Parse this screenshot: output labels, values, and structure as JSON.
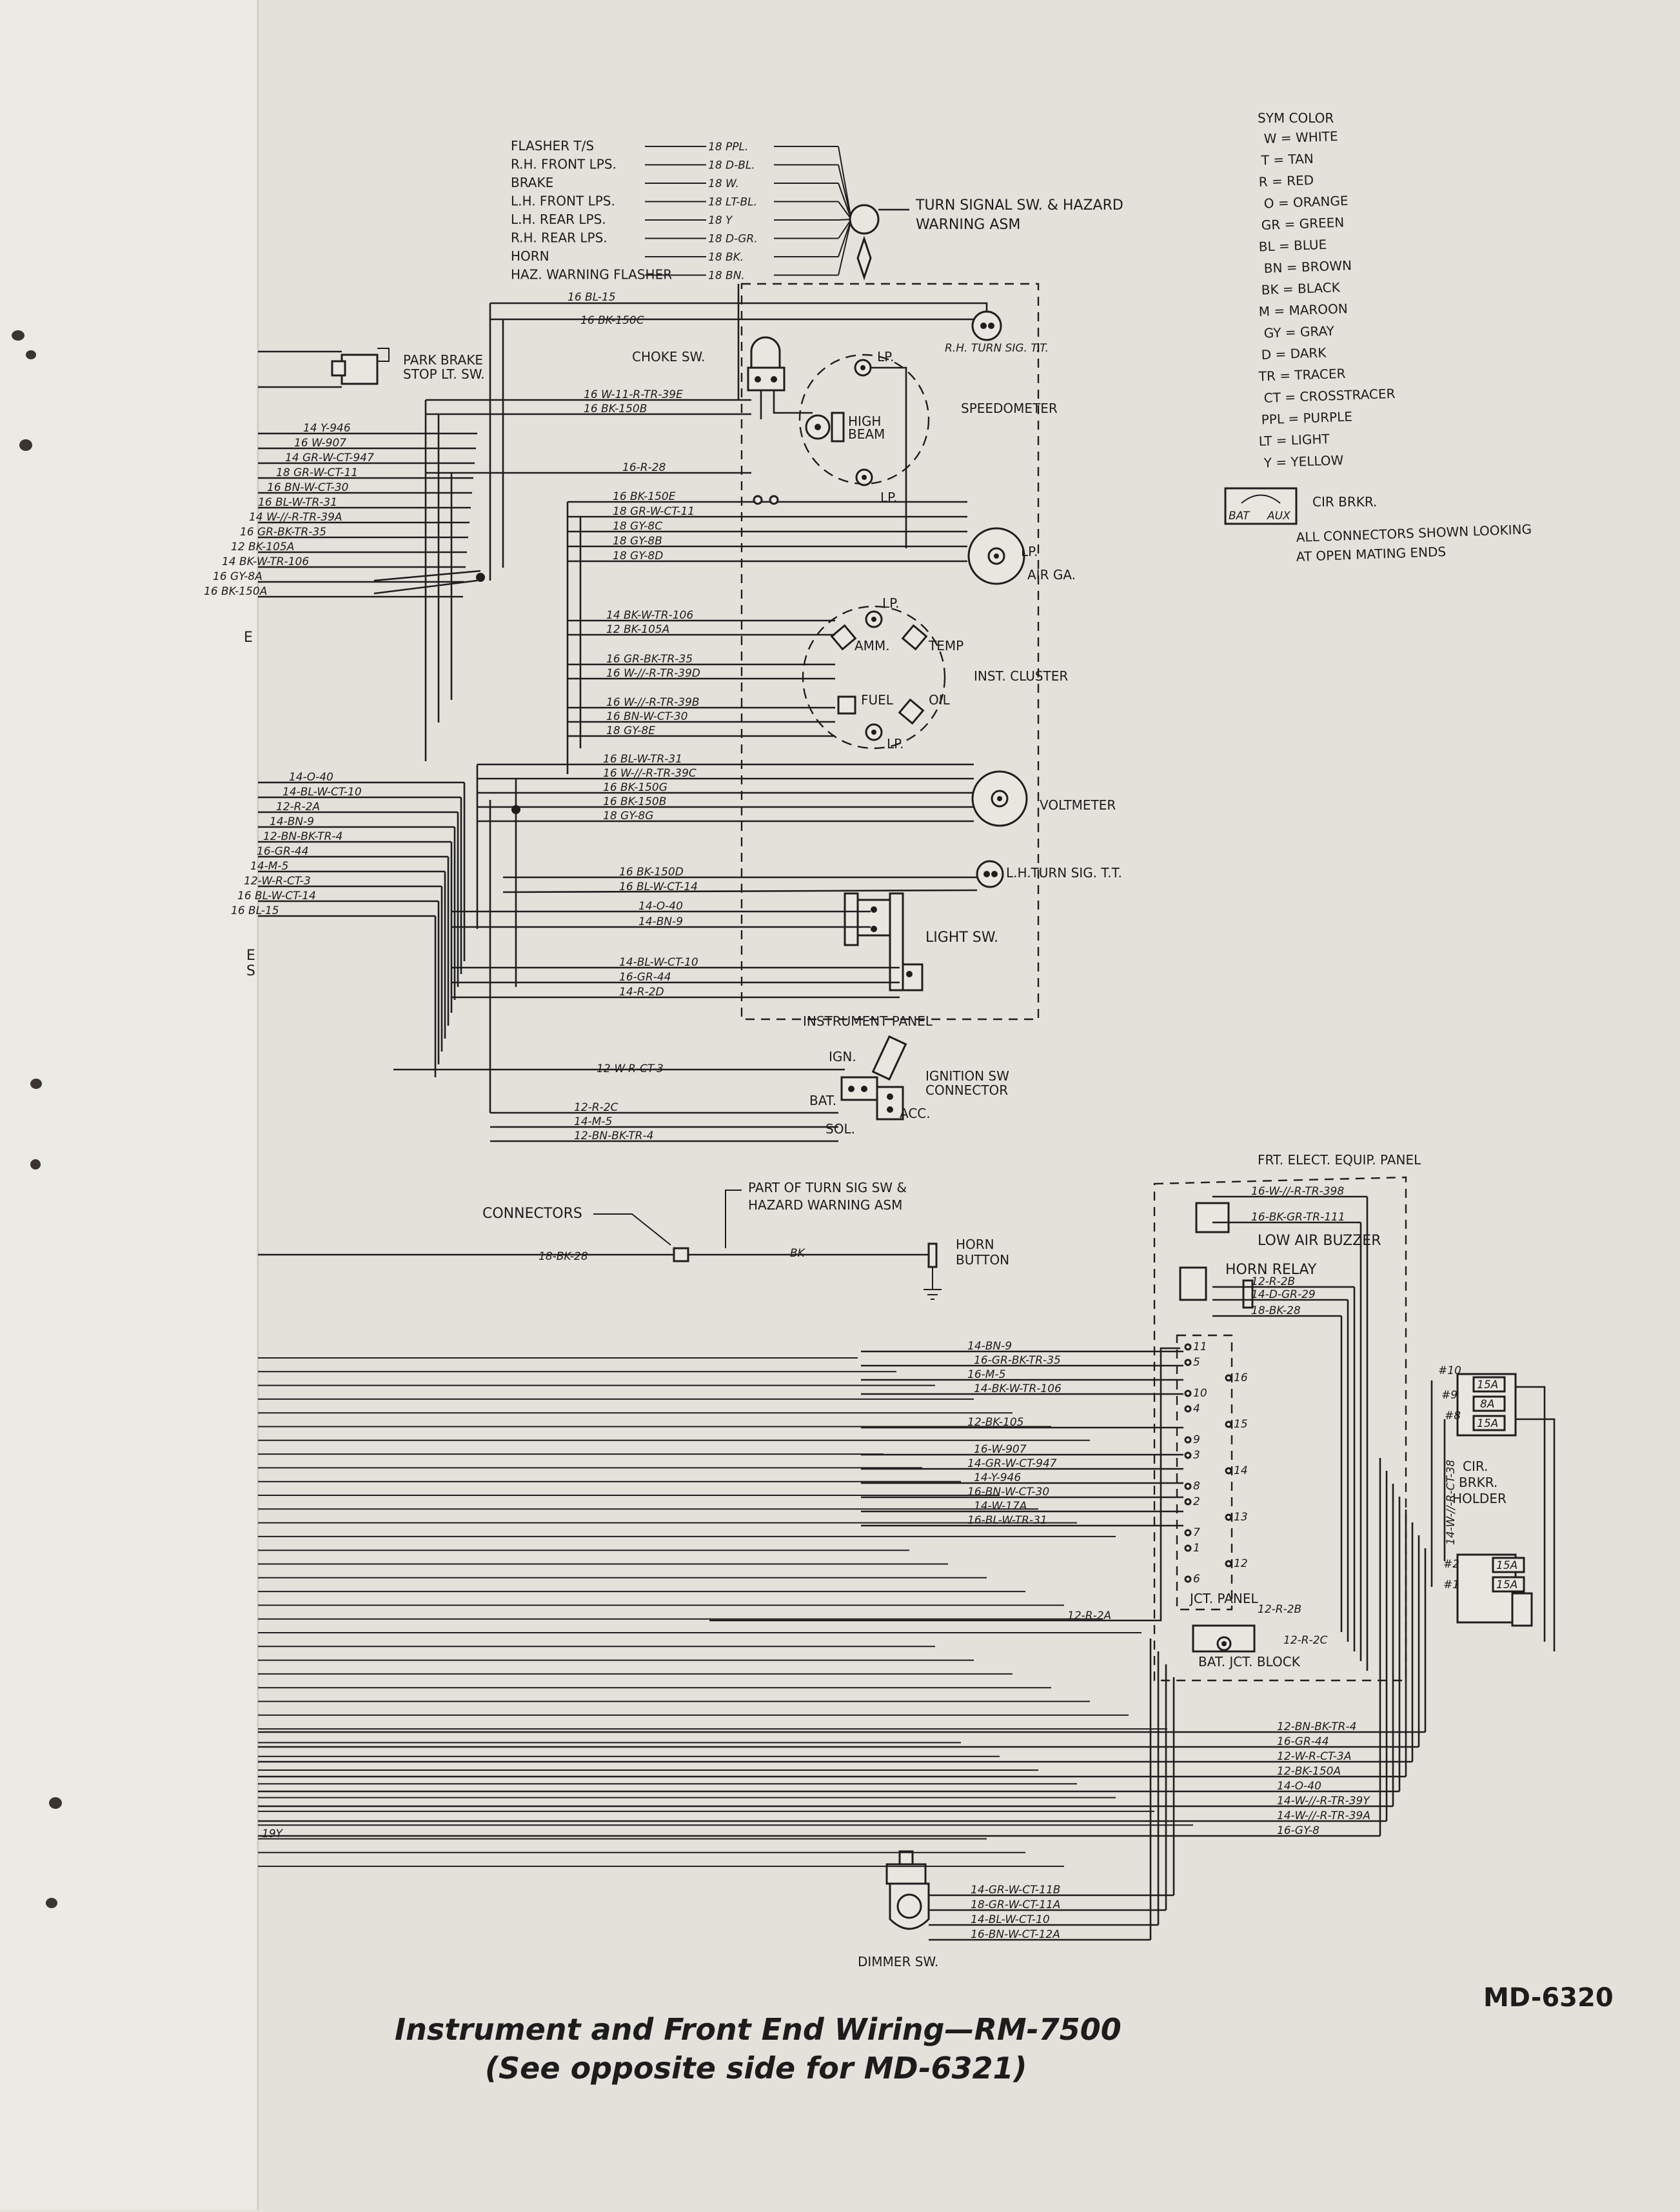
{
  "doc": {
    "caption_line1": "Instrument and Front End Wiring—RM-7500",
    "caption_line2": "(See opposite side for MD-6321)",
    "drawing_number": "MD-6320"
  },
  "legend": {
    "header": "SYM  COLOR",
    "items": [
      "W = WHITE",
      "T = TAN",
      "R = RED",
      "O = ORANGE",
      "GR = GREEN",
      "BL = BLUE",
      "BN = BROWN",
      "BK = BLACK",
      "M = MAROON",
      "GY = GRAY",
      "D = DARK",
      "TR = TRACER",
      "CT = CROSSTRACER",
      "PPL = PURPLE",
      "LT = LIGHT",
      "Y = YELLOW"
    ],
    "cir_brkr": "CIR BRKR.",
    "bat": "BAT",
    "aux": "AUX",
    "note_line1": "ALL CONNECTORS SHOWN LOOKING",
    "note_line2": "AT OPEN MATING ENDS"
  },
  "turn_signal": {
    "circuits": [
      {
        "name": "FLASHER T/S",
        "wire": "18  PPL."
      },
      {
        "name": "R.H. FRONT LPS.",
        "wire": "18  D-BL."
      },
      {
        "name": "BRAKE",
        "wire": "18  W."
      },
      {
        "name": "L.H. FRONT LPS.",
        "wire": "18  LT-BL."
      },
      {
        "name": "L.H. REAR LPS.",
        "wire": "18  Y"
      },
      {
        "name": "R.H. REAR LPS.",
        "wire": "18  D-GR."
      },
      {
        "name": "HORN",
        "wire": "18  BK."
      },
      {
        "name": "HAZ. WARNING FLASHER",
        "wire": "18  BN."
      }
    ],
    "label_line1": "TURN SIGNAL SW. & HAZARD",
    "label_line2": "WARNING ASM"
  },
  "components": {
    "park_brake_line1": "PARK BRAKE",
    "park_brake_line2": "STOP LT. SW.",
    "choke": "CHOKE SW.",
    "rh_turn_tt": "R.H. TURN SIG. T.T.",
    "speedometer": "SPEEDOMETER",
    "high_beam_line1": "HIGH",
    "high_beam_line2": "BEAM",
    "lp": "LP.",
    "air_ga": "AIR GA.",
    "amm": "AMM.",
    "temp": "TEMP",
    "fuel": "FUEL",
    "oil": "OIL",
    "inst_cluster": "INST. CLUSTER",
    "voltmeter": "VOLTMETER",
    "lh_turn_tt": "L.H.TURN SIG. T.T.",
    "light_sw": "LIGHT SW.",
    "instrument_panel": "INSTRUMENT PANEL",
    "ign": "IGN.",
    "bat": "BAT.",
    "sol": "SOL.",
    "acc": "ACC.",
    "ignition_line1": "IGNITION SW",
    "ignition_line2": "CONNECTOR",
    "connectors": "CONNECTORS",
    "part_of_line1": "PART OF TURN SIG SW &",
    "part_of_line2": "HAZARD WARNING ASM",
    "horn_wire": "18-BK-28",
    "horn_bk": "BK",
    "horn_button_line1": "HORN",
    "horn_button_line2": "BUTTON",
    "frt_panel": "FRT. ELECT. EQUIP. PANEL",
    "low_air": "LOW AIR BUZZER",
    "horn_relay": "HORN RELAY",
    "cir_holder_line1": "CIR.",
    "cir_holder_line2": "BRKR.",
    "cir_holder_line3": "HOLDER",
    "jct_panel": "JCT. PANEL",
    "bat_jct": "BAT. JCT. BLOCK",
    "dimmer": "DIMMER SW.",
    "fuse_15a": "15A",
    "fuse_8a": "8A",
    "num_10": "#10",
    "num_9": "#9",
    "num_8": "#8",
    "num_2": "#2",
    "num_1": "#1",
    "vertical_wire": "14-W-//-R-CT-38"
  },
  "left_cut_labels": [
    "E",
    "E",
    "S"
  ],
  "left_19y": "19Y",
  "wires": {
    "top": [
      "16 BL-15",
      "16 BK-150C"
    ],
    "mid_left": [
      "14 Y-946",
      "16 W-907",
      "14 GR-W-CT-947",
      "18 GR-W-CT-11",
      "16 BN-W-CT-30",
      "16 BL-W-TR-31",
      "14 W-//-R-TR-39A",
      "16 GR-BK-TR-35",
      "12 BK-105A",
      "14 BK-W-TR-106",
      "16 GY-8A",
      "16 BK-150A"
    ],
    "speedo": [
      "16 W-11-R-TR-39E",
      "16 BK-150B",
      "16-R-28"
    ],
    "air": [
      "16 BK-150E",
      "18 GR-W-CT-11",
      "18 GY-8C",
      "18 GY-8B",
      "18 GY-8D"
    ],
    "amm": [
      "14 BK-W-TR-106",
      "12 BK-105A"
    ],
    "temp": [
      "16 GR-BK-TR-35",
      "16 W-//-R-TR-39D"
    ],
    "fuel": [
      "16 W-//-R-TR-39B",
      "16 BN-W-CT-30",
      "18 GY-8E"
    ],
    "volt": [
      "16 BL-W-TR-31",
      "16 W-//-R-TR-39C",
      "16 BK-150G",
      "16 BK-150B",
      "18 GY-8G"
    ],
    "lh_tt": [
      "16 BK-150D",
      "16 BL-W-CT-14"
    ],
    "light_top": [
      "14-O-40",
      "14-BN-9"
    ],
    "light_bot": [
      "14-BL-W-CT-10",
      "16-GR-44",
      "14-R-2D"
    ],
    "lower_left": [
      "14-O-40",
      "14-BL-W-CT-10",
      "12-R-2A",
      "14-BN-9",
      "12-BN-BK-TR-4",
      "16-GR-44",
      "14-M-5",
      "12-W-R-CT-3",
      "16 BL-W-CT-14",
      "16 BL-15"
    ],
    "ign": "12-W-R-CT-3",
    "ign_bottom": [
      "12-R-2C",
      "14-M-5",
      "12-BN-BK-TR-4"
    ],
    "frt_top": [
      "16-W-//-R-TR-398",
      "16-BK-GR-TR-111",
      "12-R-2B",
      "14-D-GR-29",
      "18-BK-28"
    ],
    "jct": [
      "14-BN-9",
      "16-GR-BK-TR-35",
      "16-M-5",
      "14-BK-W-TR-106",
      "12-BK-105",
      "16-W-907",
      "14-GR-W-CT-947",
      "14-Y-946",
      "16-BN-W-CT-30",
      "14-W-17A",
      "16-BL-W-TR-31"
    ],
    "jct_pins": [
      "11",
      "5",
      "16",
      "10",
      "4",
      "15",
      "9",
      "3",
      "14",
      "8",
      "2",
      "13",
      "7",
      "1",
      "12",
      "6"
    ],
    "jct_bottom": [
      "12-R-2A",
      "12-R-2B",
      "12-R-2C"
    ],
    "right_bundle": [
      "12-BN-BK-TR-4",
      "16-GR-44",
      "12-W-R-CT-3A",
      "12-BK-150A",
      "14-O-40",
      "14-W-//-R-TR-39Y",
      "14-W-//-R-TR-39A",
      "16-GY-8"
    ],
    "dimmer": [
      "14-GR-W-CT-11B",
      "18-GR-W-CT-11A",
      "14-BL-W-CT-10",
      "16-BN-W-CT-12A"
    ]
  }
}
